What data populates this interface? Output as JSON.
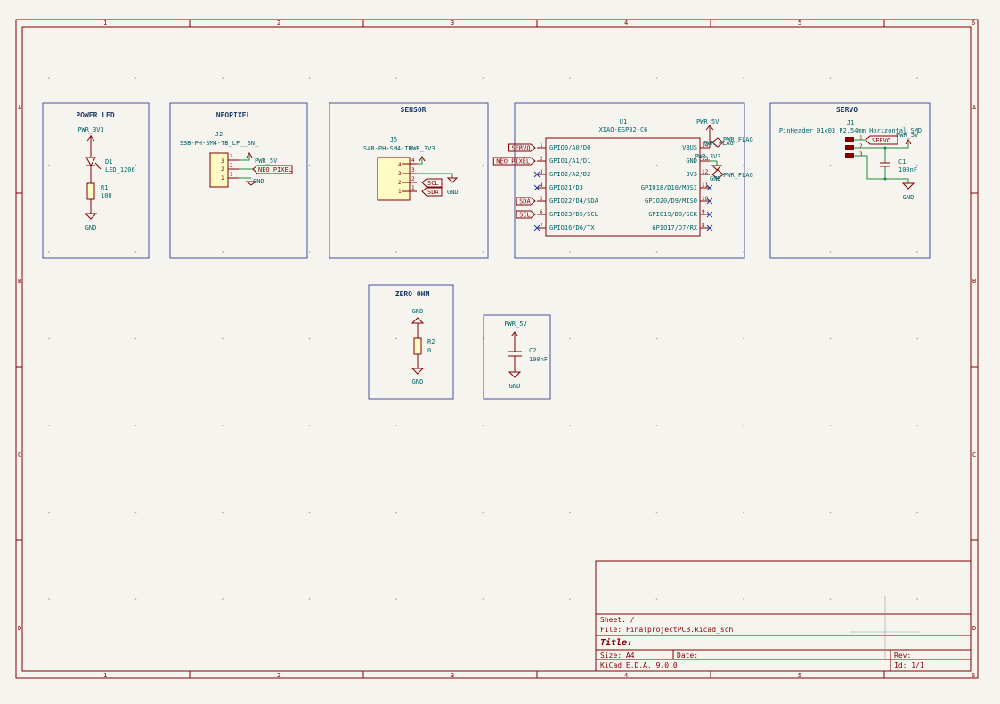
{
  "frame": {
    "cols": [
      "1",
      "2",
      "3",
      "4",
      "5",
      "6"
    ],
    "rows": [
      "A",
      "B",
      "C",
      "D"
    ]
  },
  "power_led": {
    "title": "POWER LED",
    "pwr": "PWR_3V3",
    "d_ref": "D1",
    "d_val": "LED_1206",
    "r_ref": "R1",
    "r_val": "100",
    "gnd": "GND"
  },
  "neopixel": {
    "title": "NEOPIXEL",
    "ref": "J2",
    "part": "S3B-PH-SM4-TB_LF__SN_",
    "pins": [
      "3",
      "2",
      "1"
    ],
    "pwr": "PWR_5V",
    "label": "NEO PIXEL",
    "gnd": "GND"
  },
  "sensor": {
    "title": "SENSOR",
    "ref": "J5",
    "part": "S4B-PH-SM4-TB",
    "pwr": "PWR_3V3",
    "pins": [
      "4",
      "3",
      "2",
      "1"
    ],
    "scl": "SCL",
    "sda": "SDA",
    "gnd": "GND"
  },
  "mcu": {
    "ref": "U1",
    "part": "XIAO-ESP32-C6",
    "left_pins": [
      {
        "num": "1",
        "name": "GPIO0/A0/D0",
        "label": "SERVO"
      },
      {
        "num": "2",
        "name": "GPIO1/A1/D1",
        "label": "NEO PIXEL"
      },
      {
        "num": "3",
        "name": "GPIO2/A2/D2",
        "label": ""
      },
      {
        "num": "4",
        "name": "GPIO21/D3",
        "label": ""
      },
      {
        "num": "5",
        "name": "GPIO22/D4/SDA",
        "label": "SDA"
      },
      {
        "num": "6",
        "name": "GPIO23/D5/SCL",
        "label": "SCL"
      },
      {
        "num": "7",
        "name": "GPIO16/D6/TX",
        "label": ""
      }
    ],
    "right_pins": [
      {
        "num": "14",
        "name": "VBUS"
      },
      {
        "num": "13",
        "name": "GND"
      },
      {
        "num": "12",
        "name": "3V3"
      },
      {
        "num": "11",
        "name": "GPIO18/D10/MOSI"
      },
      {
        "num": "10",
        "name": "GPIO20/D9/MISO"
      },
      {
        "num": "9",
        "name": "GPIO19/D8/SCK"
      },
      {
        "num": "8",
        "name": "GPIO17/D7/RX"
      }
    ],
    "pwr5": "PWR_5V",
    "pwr3": "PWR_3V3",
    "flag": "PWR_FLAG",
    "gnd": "GND"
  },
  "servo": {
    "title": "SERVO",
    "ref": "J1",
    "part": "PinHeader_01x03_P2.54mm_Horizontal_SMD",
    "pins": [
      "1",
      "2",
      "3"
    ],
    "label": "SERVO",
    "pwr": "PWR_5V",
    "c_ref": "C1",
    "c_val": "100nF",
    "gnd": "GND"
  },
  "zero_ohm": {
    "title": "ZERO OHM",
    "gnd_top": "GND",
    "r_ref": "R2",
    "r_val": "0",
    "gnd_bot": "GND"
  },
  "decoupling": {
    "pwr": "PWR_5V",
    "c_ref": "C2",
    "c_val": "100nF",
    "gnd": "GND"
  },
  "title_block": {
    "sheet": "Sheet: /",
    "file": "File: FinalprojectPCB.kicad_sch",
    "title": "Title:",
    "size": "Size: A4",
    "date": "Date:",
    "rev": "Rev:",
    "tool": "KiCad E.D.A. 9.0.0",
    "id": "Id: 1/1"
  }
}
